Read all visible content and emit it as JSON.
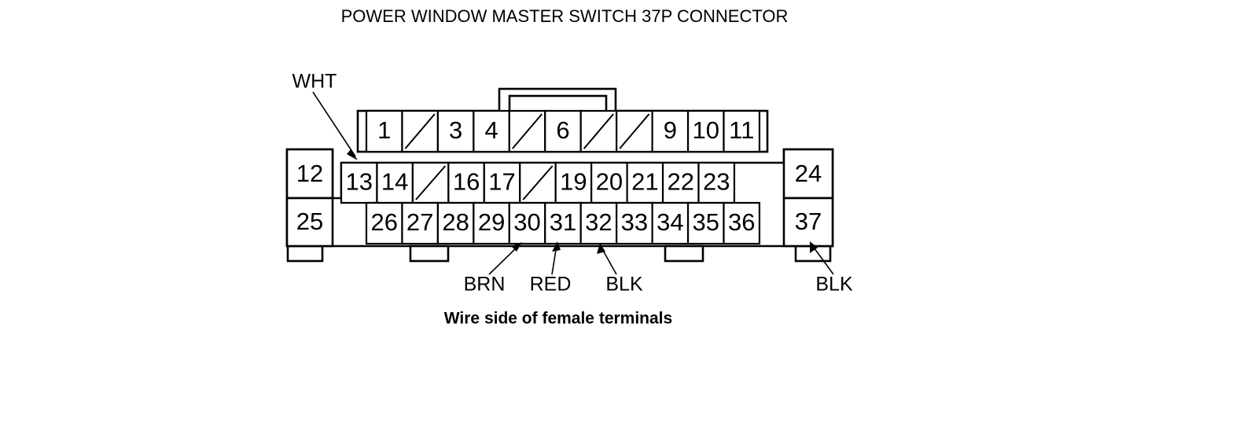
{
  "title": "POWER WINDOW MASTER SWITCH 37P CONNECTOR",
  "caption": "Wire side of female terminals",
  "colors": {
    "line": "#000000",
    "fill": "#ffffff",
    "background": "#ffffff"
  },
  "connector": {
    "type": "37P",
    "name": "Power Window Master Switch Connector",
    "view": "Wire side of female terminals",
    "rows": {
      "top": {
        "label": "top-row",
        "cells": [
          {
            "pin": "1",
            "blank": false
          },
          {
            "pin": "",
            "blank": true
          },
          {
            "pin": "3",
            "blank": false
          },
          {
            "pin": "4",
            "blank": false
          },
          {
            "pin": "",
            "blank": true
          },
          {
            "pin": "6",
            "blank": false
          },
          {
            "pin": "",
            "blank": true
          },
          {
            "pin": "",
            "blank": true
          },
          {
            "pin": "9",
            "blank": false
          },
          {
            "pin": "10",
            "blank": false
          },
          {
            "pin": "11",
            "blank": false
          }
        ]
      },
      "middle": {
        "label": "middle-row",
        "cells": [
          {
            "pin": "13",
            "blank": false
          },
          {
            "pin": "14",
            "blank": false
          },
          {
            "pin": "",
            "blank": true
          },
          {
            "pin": "16",
            "blank": false
          },
          {
            "pin": "17",
            "blank": false
          },
          {
            "pin": "",
            "blank": true
          },
          {
            "pin": "19",
            "blank": false
          },
          {
            "pin": "20",
            "blank": false
          },
          {
            "pin": "21",
            "blank": false
          },
          {
            "pin": "22",
            "blank": false
          },
          {
            "pin": "23",
            "blank": false
          }
        ]
      },
      "bottom": {
        "label": "bottom-row",
        "cells": [
          {
            "pin": "26",
            "blank": false
          },
          {
            "pin": "27",
            "blank": false
          },
          {
            "pin": "28",
            "blank": false
          },
          {
            "pin": "29",
            "blank": false
          },
          {
            "pin": "30",
            "blank": false
          },
          {
            "pin": "31",
            "blank": false
          },
          {
            "pin": "32",
            "blank": false
          },
          {
            "pin": "33",
            "blank": false
          },
          {
            "pin": "34",
            "blank": false
          },
          {
            "pin": "35",
            "blank": false
          },
          {
            "pin": "36",
            "blank": false
          }
        ]
      }
    },
    "outer_left": [
      {
        "pin": "12"
      },
      {
        "pin": "25"
      }
    ],
    "outer_right": [
      {
        "pin": "24"
      },
      {
        "pin": "37"
      }
    ]
  },
  "wire_labels": [
    {
      "id": "wht",
      "text": "WHT",
      "target_pin": "13",
      "position": "upper-left"
    },
    {
      "id": "brn",
      "text": "BRN",
      "target_pin": "30",
      "position": "lower"
    },
    {
      "id": "red",
      "text": "RED",
      "target_pin": "31",
      "position": "lower"
    },
    {
      "id": "blk-32",
      "text": "BLK",
      "target_pin": "32",
      "position": "lower"
    },
    {
      "id": "blk-37",
      "text": "BLK",
      "target_pin": "37",
      "position": "lower-right"
    }
  ]
}
